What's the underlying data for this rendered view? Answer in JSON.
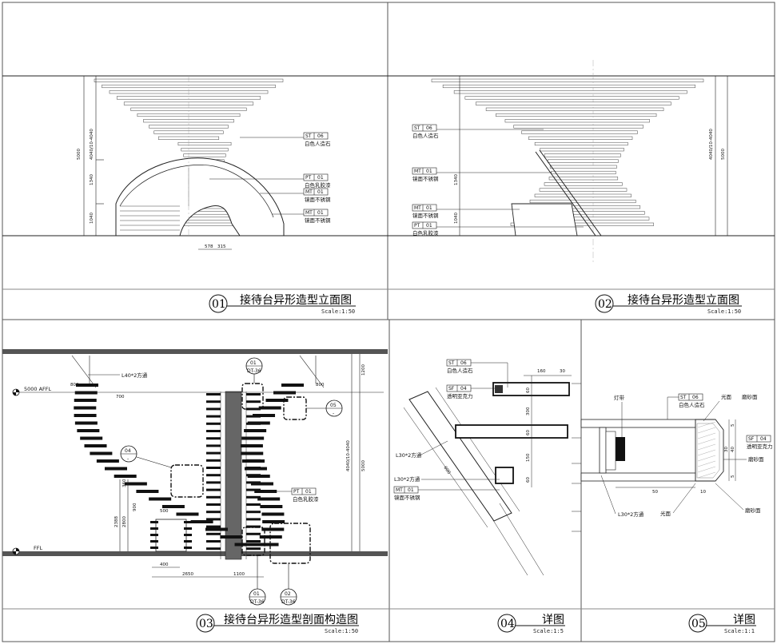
{
  "panels": [
    {
      "number": "01",
      "title": "接待台异形造型立面图",
      "scale": "Scale:1:50"
    },
    {
      "number": "02",
      "title": "接待台异形造型立面图",
      "scale": "Scale:1:50"
    },
    {
      "number": "03",
      "title": "接待台异形造型剖面构造图",
      "scale": "Scale:1:50"
    },
    {
      "number": "04",
      "title": "详图",
      "scale": "Scale:1:5"
    },
    {
      "number": "05",
      "title": "详图",
      "scale": "Scale:1:1"
    }
  ],
  "p1": {
    "tags": [
      {
        "code": "ST",
        "num": "06",
        "desc": "白色人造石"
      },
      {
        "code": "PT",
        "num": "01",
        "desc": "白色乳胶漆"
      },
      {
        "code": "MT",
        "num": "01",
        "desc": "镜面不锈钢"
      },
      {
        "code": "MT",
        "num": "01",
        "desc": "镜面不锈钢"
      }
    ],
    "dims": {
      "total": "5000",
      "sub": "4040/10-4040",
      "d1": "1340",
      "d2": "1040",
      "w1": "578",
      "w2": "315"
    }
  },
  "p2": {
    "tags": [
      {
        "code": "ST",
        "num": "06",
        "desc": "白色人造石"
      },
      {
        "code": "MT",
        "num": "01",
        "desc": "镜面不锈钢"
      },
      {
        "code": "MT",
        "num": "01",
        "desc": "镜面不锈钢"
      },
      {
        "code": "PT",
        "num": "01",
        "desc": "白色乳胶漆"
      }
    ],
    "dims": {
      "total": "5000",
      "sub": "4040/10-4040",
      "d1": "1340",
      "d2": "1040"
    }
  },
  "p3": {
    "level_top": "5000 AFFL",
    "level_bottom": "FFL",
    "note_tube": "L40*2方通",
    "tag": {
      "code": "PT",
      "num": "01",
      "desc": "白色乳胶漆"
    },
    "callouts": [
      {
        "num": "01",
        "ref": "DT-36"
      },
      {
        "num": "05",
        "ref": "-"
      },
      {
        "num": "04",
        "ref": "-"
      },
      {
        "num": "01",
        "ref": "DT-36"
      },
      {
        "num": "02",
        "ref": "DT-36"
      }
    ],
    "dims": {
      "h_top": "1200",
      "h_mid": "5000",
      "h_sub": "4040/10-4040",
      "w1": "400",
      "w2": "2650",
      "w3": "1100",
      "d1": "500",
      "d2": "400",
      "v1": "2388",
      "v2": "2800",
      "v3": "900",
      "v4": "360",
      "s1": "800",
      "s2": "700"
    }
  },
  "p4": {
    "tags": [
      {
        "code": "ST",
        "num": "06",
        "desc": "白色人造石"
      },
      {
        "code": "SF",
        "num": "04",
        "desc": "透明亚克力"
      },
      {
        "code": "MT",
        "num": "01",
        "desc": "镜面不锈钢"
      }
    ],
    "notes": [
      "L30*2方通",
      "L30*2方通"
    ],
    "dims": {
      "d1": "160",
      "d2": "30",
      "v1": "60",
      "v2": "300",
      "v3": "60",
      "v4": "150",
      "v5": "60",
      "len": "600"
    }
  },
  "p5": {
    "tags": [
      {
        "code": "ST",
        "num": "06",
        "desc": "白色人造石"
      },
      {
        "code": "SF",
        "num": "04",
        "desc": "透明亚克力"
      }
    ],
    "notes": {
      "lamp": "灯带",
      "gloss1": "光面",
      "frost1": "磨砂面",
      "frost2": "磨砂面",
      "frost3": "磨砂面",
      "gloss2": "光面",
      "tube": "L30*2方通"
    },
    "dims": {
      "d1": "50",
      "d2": "10",
      "d3": "5",
      "d4": "40",
      "d5": "30",
      "d6": "5"
    }
  }
}
